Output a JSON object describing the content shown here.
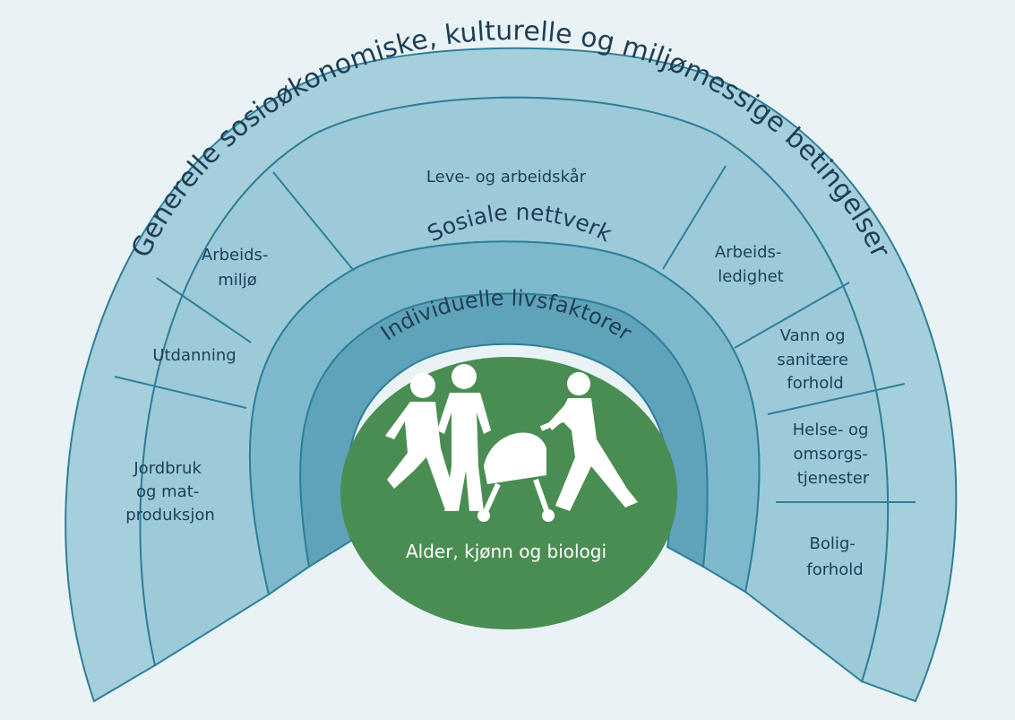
{
  "outer_label": "Generelle sosioøkonomiske, kulturelle og miljømessige betingelser",
  "network_label": "Sosiale nettverk",
  "individual_label": "Individuelle livsfaktorer",
  "center_label": "Alder, kjønn og biologi",
  "left_segments": [
    {
      "lines": [
        "Jordbruk",
        "og mat-",
        "produksjon"
      ]
    },
    {
      "lines": [
        "Utdanning"
      ]
    },
    {
      "lines": [
        "Arbeids-",
        "miljø"
      ]
    }
  ],
  "top_segment": {
    "lines": [
      "Leve- og arbeidskår"
    ]
  },
  "right_segments": [
    {
      "lines": [
        "Arbeids-",
        "ledighet"
      ]
    },
    {
      "lines": [
        "Vann og",
        "sanitære",
        "forhold"
      ]
    },
    {
      "lines": [
        "Helse- og",
        "omsorgs-",
        "tjenester"
      ]
    },
    {
      "lines": [
        "Bolig-",
        "forhold"
      ]
    }
  ],
  "colors": {
    "outer_band": "#a6cfdc",
    "segment_band": "#9ccad9",
    "network_band": "#7db8cc",
    "individual_band": "#5fa3bb",
    "center": "#4a8d52",
    "line": "#2f7f99",
    "background": "#e9f3f6"
  },
  "icons": [
    "people-silhouette-icon"
  ]
}
